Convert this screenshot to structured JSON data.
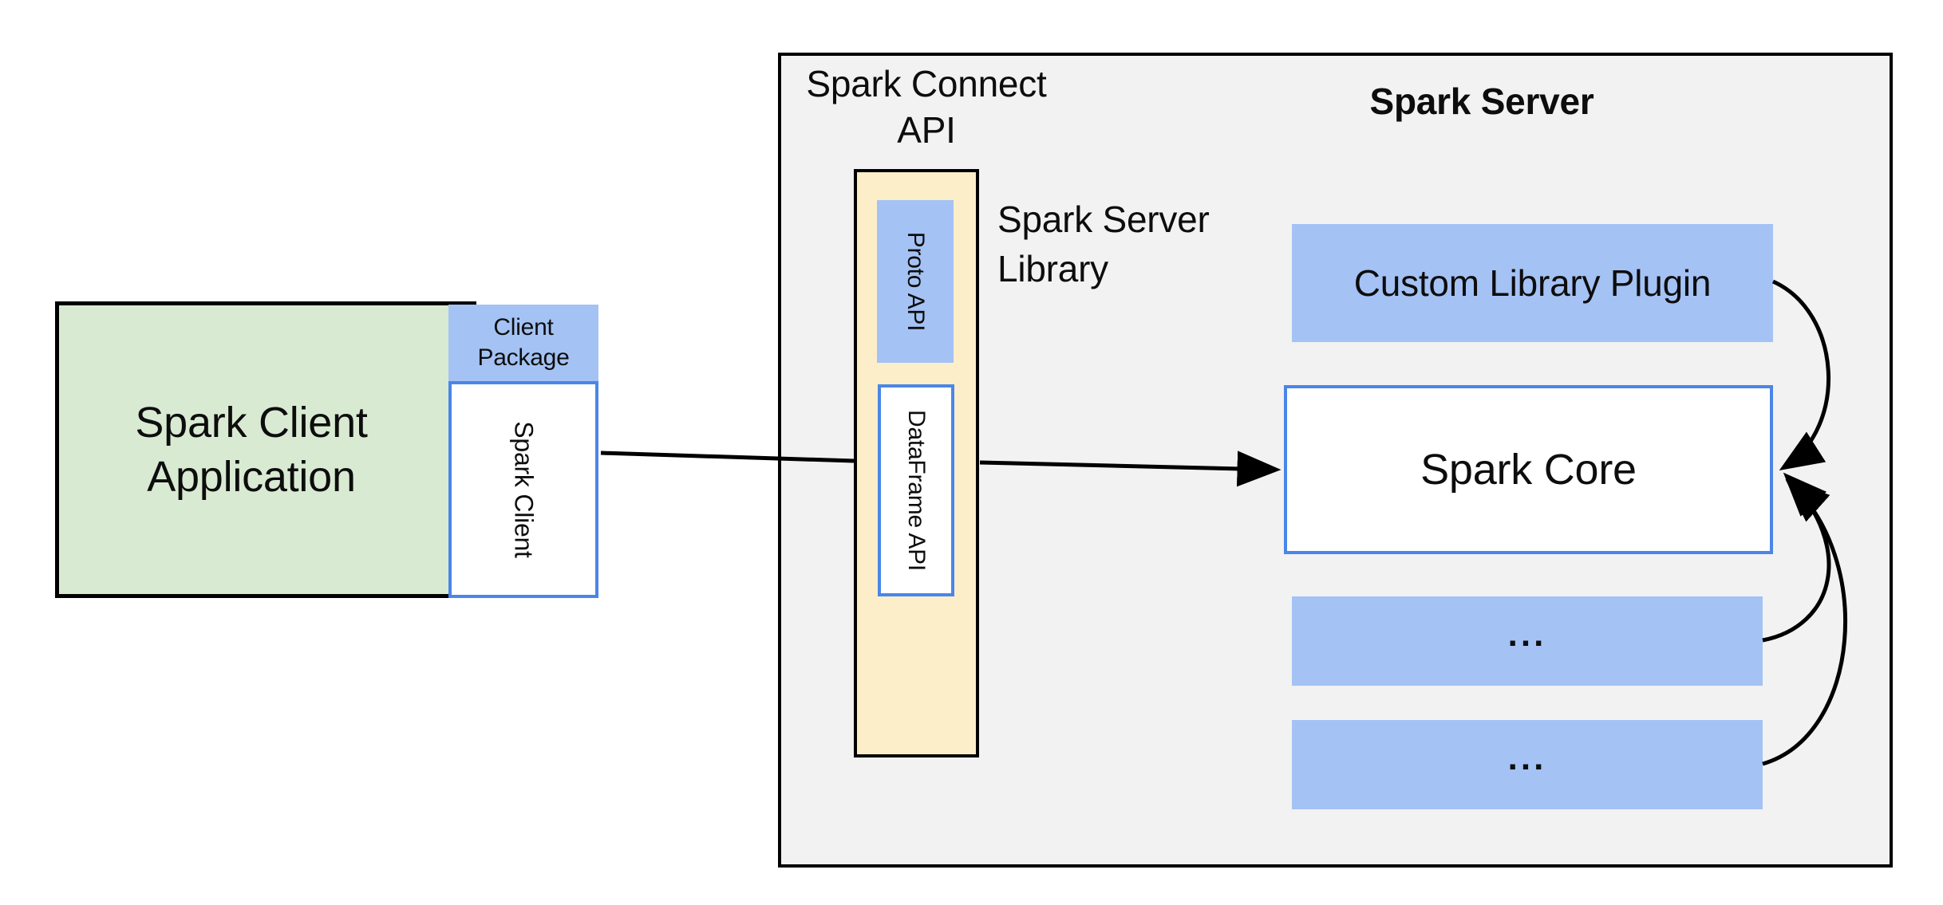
{
  "diagram": {
    "client": {
      "app_line1": "Spark Client",
      "app_line2": "Application",
      "package_line1": "Client",
      "package_line2": "Package",
      "client_label": "Spark Client"
    },
    "connect": {
      "title_line1": "Spark Connect",
      "title_line2": "API",
      "proto_label": "Proto  API",
      "dataframe_label": "DataFrame API",
      "server_library_line1": "Spark Server",
      "server_library_line2": "Library"
    },
    "server": {
      "title": "Spark Server",
      "plugin_label": "Custom Library Plugin",
      "core_label": "Spark Core",
      "ellipsis1": "...",
      "ellipsis2": "..."
    }
  },
  "colors": {
    "green": "#d9ead3",
    "blue": "#a4c2f4",
    "yellow": "#fdeeca",
    "gray": "#f2f2f2",
    "blue_border": "#4a86e8",
    "arrow": "#000000"
  }
}
